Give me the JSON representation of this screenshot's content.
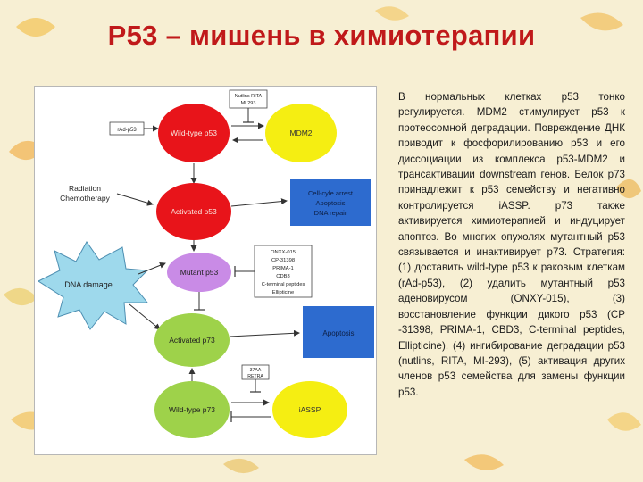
{
  "slide": {
    "title": "P53 – мишень в химиотерапии",
    "body_text": "В нормальных клетках p53 тонко регулируется. MDM2 стимулирует p53 к протеосомной деградации. Повреждение ДНК приводит к фосфорилированию p53 и его диссоциации из комплекса p53-MDM2 и трансактивации downstream генов. Белок p73 принадлежит к p53 семейству и негативно контролируется iASSP. p73 также активируется химиотерапией и индуцирует апоптоз. Во многих опухолях мутантный p53 связывается и инактивирует p73. Стратегия: (1) доставить wild-type p53 к раковым клеткам (rAd-p53), (2) удалить мутантный p53 аденовирусом (ONXY-015), (3) восстановление функции дикого p53 (CP -31398, PRIMA-1, CBD3, C-terminal peptides, Ellipticine), (4) ингибирование деградации p53 (nutlins, RITA, MI-293), (5) активация других членов p53 семейства для замены функции p53."
  },
  "diagram": {
    "nodes": {
      "wildtype_p53": "Wild-type p53",
      "mdm2": "MDM2",
      "activated_p53": "Activated p53",
      "cellcycle_lines": [
        "Cell-cyle arrest",
        "Apoptosis",
        "DNA repair"
      ],
      "mutant_p53": "Mutant p53",
      "activated_p73": "Activated p73",
      "apoptosis": "Apoptosis",
      "wildtype_p73": "Wild-type p73",
      "iassp": "iASSP",
      "rad_p53": "rAd-p53",
      "nutlins_lines": [
        "Nutlins RITA",
        "MI 293"
      ],
      "drugs_lines": [
        "ONXX-015",
        "CP-31398",
        "PRIMA-1",
        "CDB3",
        "C-terminal peptides",
        "Ellipticine"
      ],
      "retra_lines": [
        "37AA",
        "RETRA"
      ],
      "radiation_lines": [
        "Radiation",
        "Chemotherapy"
      ],
      "dna_damage": "DNA damage"
    }
  },
  "colors": {
    "title": "#c0191a",
    "red_node": "#e8141a",
    "yellow_node": "#f5ee12",
    "purple_node": "#c98be6",
    "green_node": "#9ed24a",
    "blue_box": "#2d6bcf",
    "dna_star": "#9ed9ec"
  }
}
